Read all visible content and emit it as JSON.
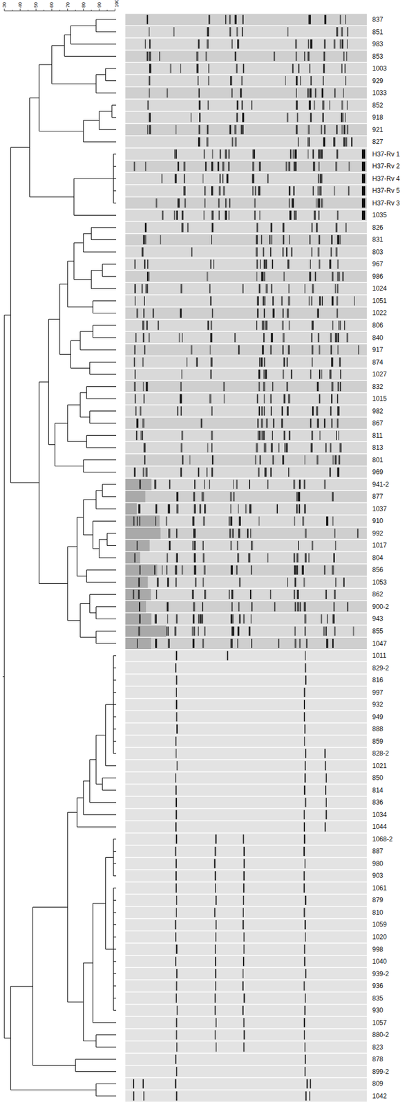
{
  "diagram": {
    "labels": [
      "30",
      "40",
      "50",
      "60",
      "70",
      "80",
      "90",
      "100",
      "837",
      "851",
      "983",
      "853",
      "1003",
      "929",
      "1033",
      "852",
      "918",
      "921",
      "827",
      "H37-Rv 1",
      "H37-Rv 2",
      "H37-Rv 4",
      "H37-Rv 5",
      "H37-Rv 3",
      "1035",
      "826",
      "831",
      "803",
      "967",
      "986",
      "1024",
      "1051",
      "1022",
      "806",
      "840",
      "917",
      "874",
      "1027",
      "832",
      "1015",
      "982",
      "867",
      "811",
      "813",
      "801",
      "969",
      "941-2",
      "877",
      "1037",
      "910",
      "992",
      "1017",
      "804",
      "856",
      "1053",
      "862",
      "900-2",
      "943",
      "855",
      "1047",
      "1011",
      "829-2",
      "816",
      "997",
      "932",
      "949",
      "888",
      "859",
      "828-2",
      "1021",
      "850",
      "814",
      "836",
      "1034",
      "1044",
      "1068-2",
      "887",
      "980",
      "903",
      "1061",
      "879",
      "810",
      "1059",
      "1020",
      "998",
      "1040",
      "939-2",
      "936",
      "835",
      "930",
      "1057",
      "880-2",
      "823",
      "878",
      "899-2",
      "809",
      "1042"
    ]
  }
}
